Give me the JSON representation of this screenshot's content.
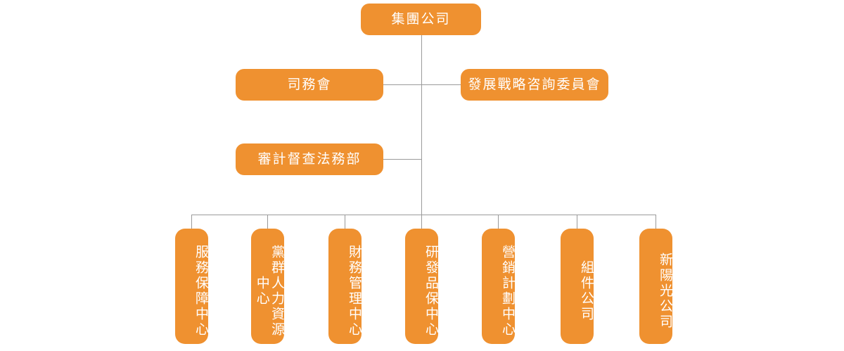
{
  "chart_title": "",
  "theme": {
    "node_fill": "#ef9130",
    "node_text": "#ffffff",
    "shadow_plate": "#e9e9e9",
    "connector_line": "#9a9a9a",
    "background": "#ffffff"
  },
  "org_chart": {
    "type": "org-tree",
    "root": {
      "id": "group-company",
      "label": "集團公司"
    },
    "staff_nodes": [
      {
        "id": "board-affairs",
        "label": "司務會",
        "side": "left",
        "row": 2
      },
      {
        "id": "dev-strategy-committee",
        "label": "發展戰略咨詢委員會",
        "side": "right",
        "row": 2
      },
      {
        "id": "audit-legal-dept",
        "label": "審計督查法務部",
        "side": "left",
        "row": 3
      }
    ],
    "divisions": [
      {
        "id": "service-support-center",
        "label": "服務保障中心"
      },
      {
        "id": "party-hr-center",
        "label": "黨群人力資源中心"
      },
      {
        "id": "finance-management-center",
        "label": "財務管理中心"
      },
      {
        "id": "rd-quality-center",
        "label": "研發品保中心"
      },
      {
        "id": "marketing-planning-center",
        "label": "營銷計劃中心"
      },
      {
        "id": "components-company",
        "label": "組件公司"
      },
      {
        "id": "new-sunshine-company",
        "label": "新陽光公司"
      }
    ]
  }
}
